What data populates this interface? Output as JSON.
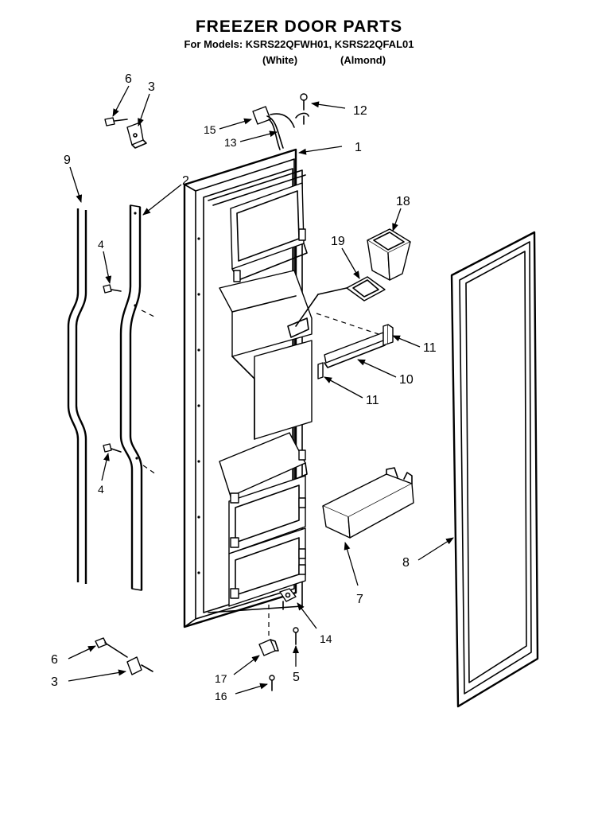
{
  "header": {
    "title": "FREEZER DOOR PARTS",
    "models": "For Models: KSRS22QFWH01, KSRS22QFAL01",
    "variant_white": "(White)",
    "variant_almond": "(Almond)"
  },
  "callouts": {
    "c1": "1",
    "c2": "2",
    "c3a": "3",
    "c3b": "3",
    "c4a": "4",
    "c4b": "4",
    "c5": "5",
    "c6a": "6",
    "c6b": "6",
    "c7": "7",
    "c8": "8",
    "c9": "9",
    "c10": "10",
    "c11a": "11",
    "c11b": "11",
    "c12": "12",
    "c13": "13",
    "c14": "14",
    "c15": "15",
    "c16": "16",
    "c17": "17",
    "c18": "18",
    "c19": "19"
  }
}
